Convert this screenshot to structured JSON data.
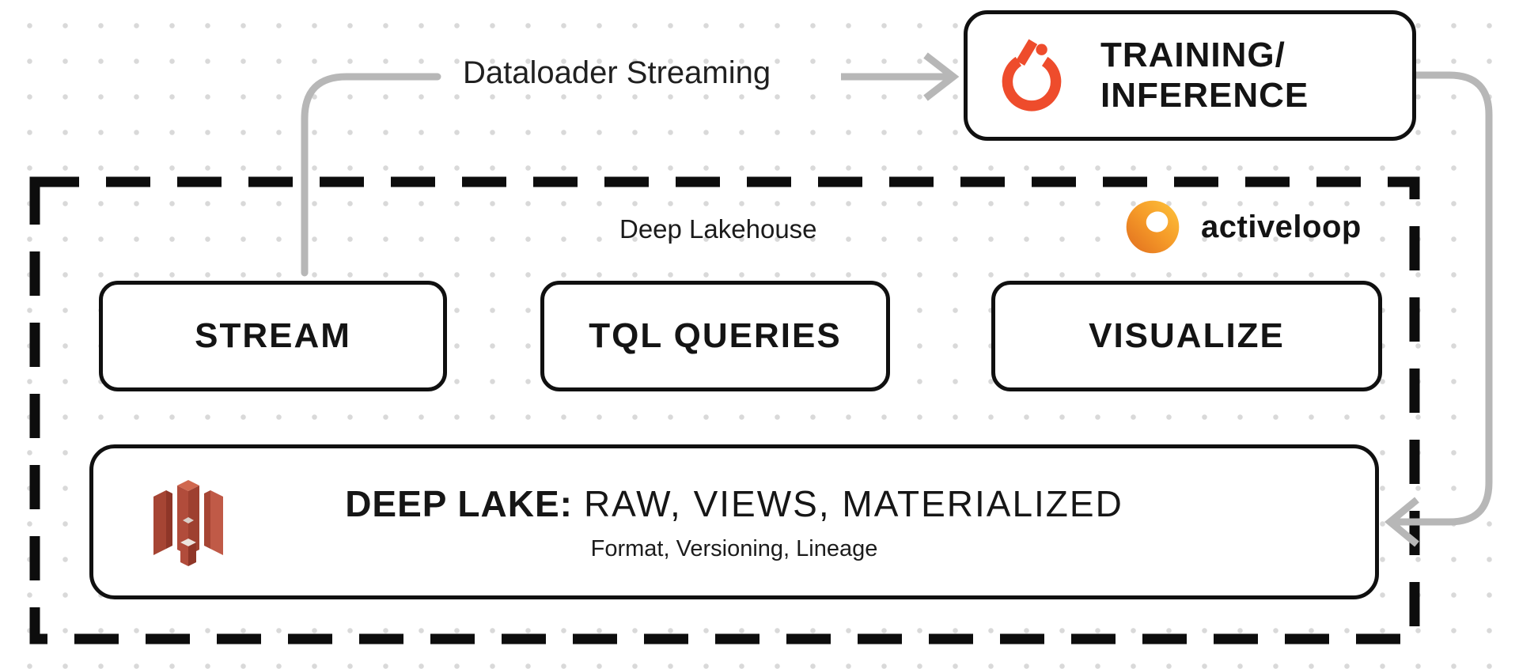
{
  "diagram": {
    "connector_labels": {
      "dataloader": "Dataloader Streaming"
    },
    "container": {
      "label": "Deep Lakehouse"
    },
    "brand": {
      "name": "activeloop",
      "logo_icon": "activeloop-loop-icon"
    },
    "training_box": {
      "line1": "TRAINING/",
      "line2": "INFERENCE",
      "icon": "pytorch-flame-icon"
    },
    "feature_boxes": [
      {
        "label": "STREAM"
      },
      {
        "label": "TQL QUERIES"
      },
      {
        "label": "VISUALIZE"
      }
    ],
    "deep_lake_box": {
      "title_bold": "DEEP LAKE:",
      "title_regular": "RAW, VIEWS, MATERIALIZED",
      "subtitle": "Format, Versioning, Lineage",
      "icon": "s3-bucket-icon"
    },
    "colors": {
      "pytorch_orange": "#ee4c2c",
      "activeloop_orange_dark": "#e06d1f",
      "activeloop_orange_light": "#fdc43c",
      "s3_red": "#b84a3a",
      "arrow_gray": "#b7b7b7",
      "line_black": "#0d0d0d"
    }
  }
}
